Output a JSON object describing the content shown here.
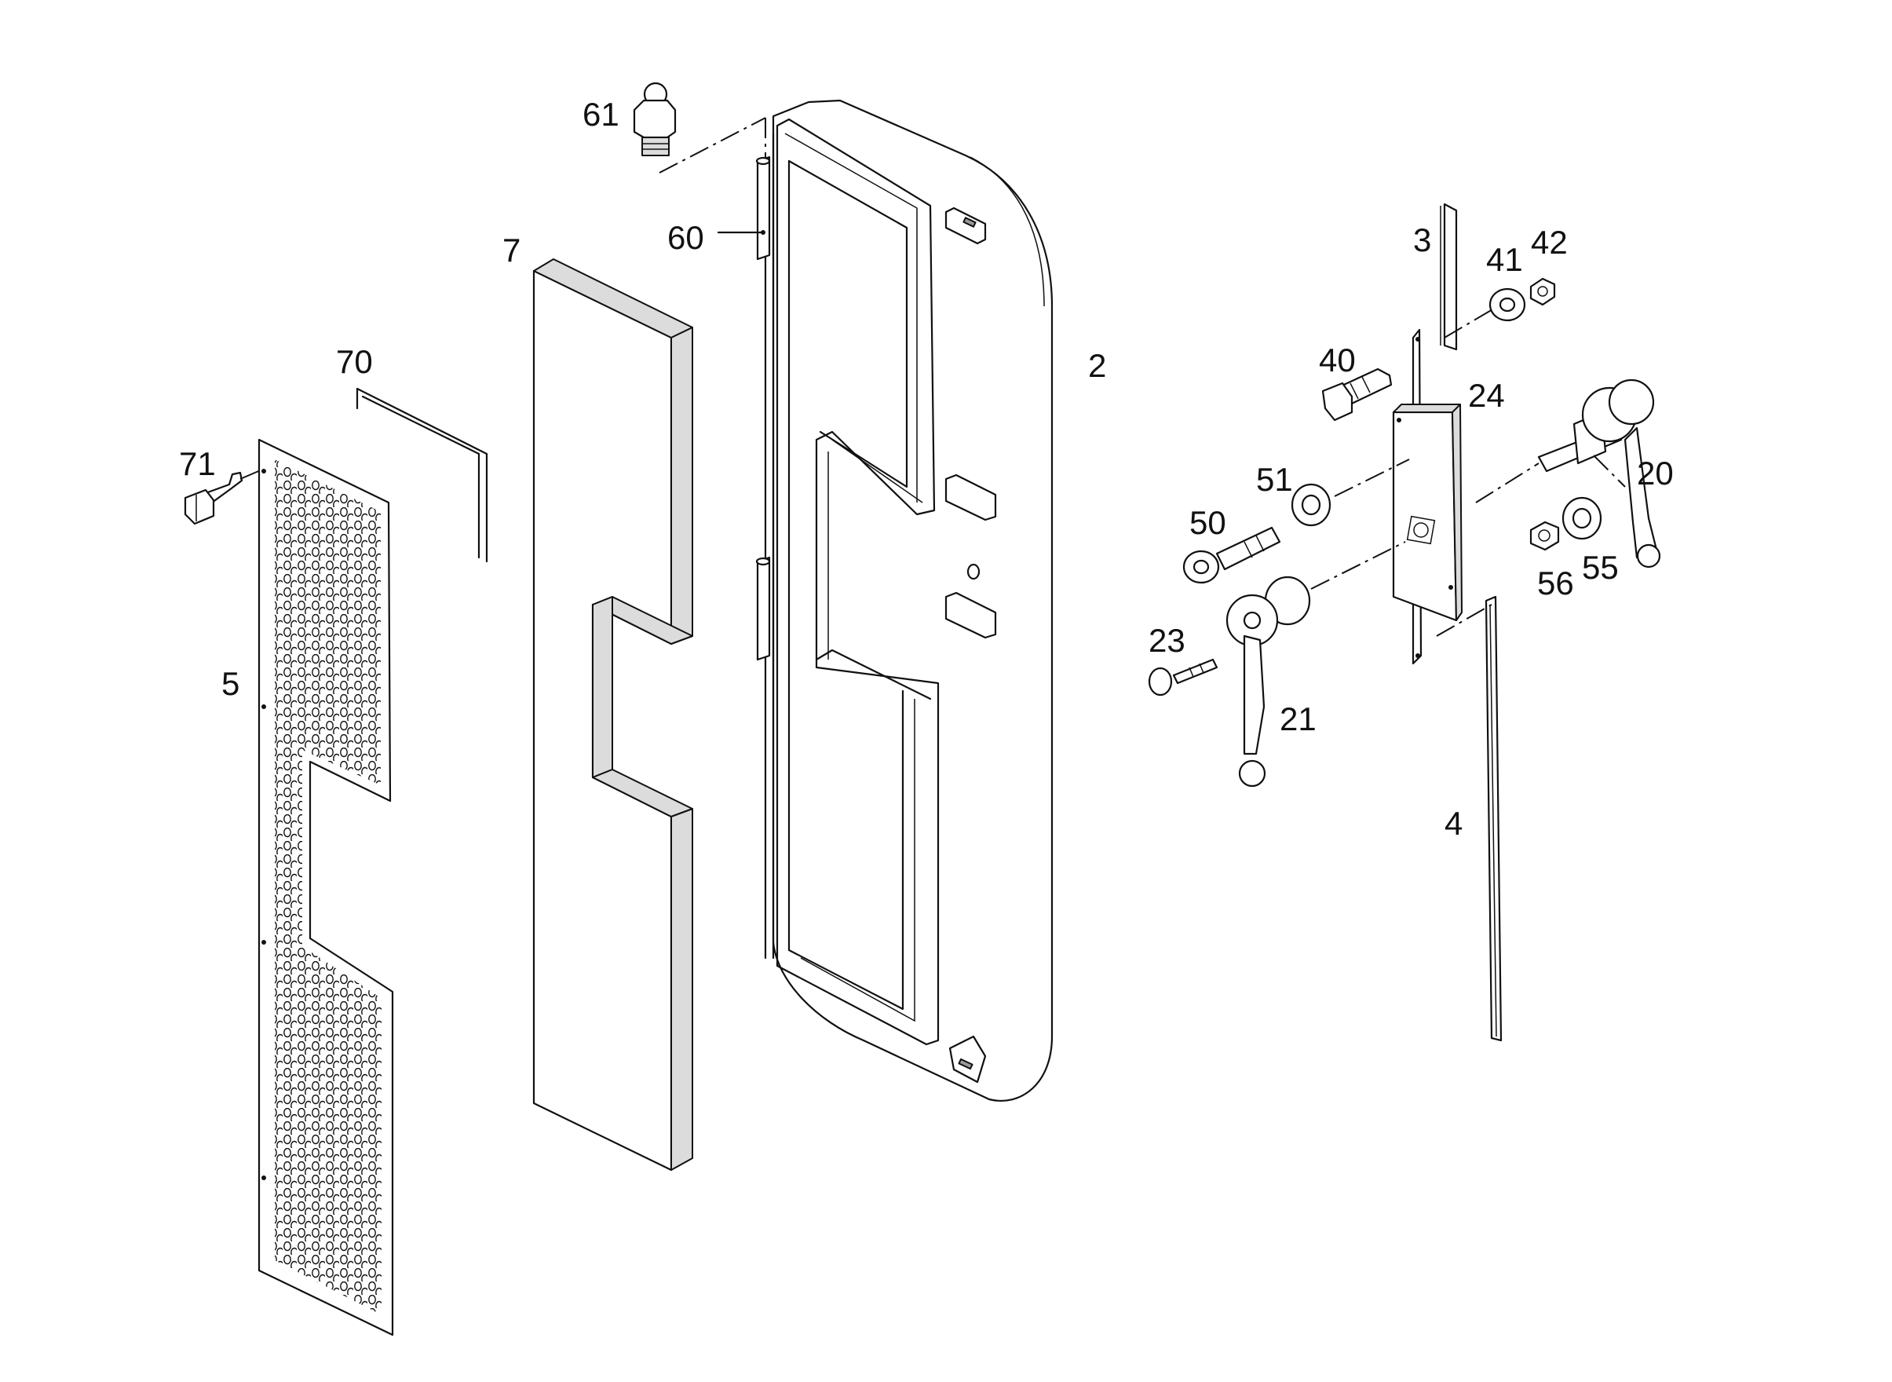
{
  "labels": {
    "p2": "2",
    "p3": "3",
    "p4": "4",
    "p5": "5",
    "p7": "7",
    "p20": "20",
    "p21": "21",
    "p23": "23",
    "p24": "24",
    "p40": "40",
    "p41": "41",
    "p42": "42",
    "p50": "50",
    "p51": "51",
    "p55": "55",
    "p56": "56",
    "p60": "60",
    "p61": "61",
    "p70": "70",
    "p71": "71"
  },
  "colors": {
    "line": "#111111",
    "panel_fill": "#ffffff",
    "shade_light": "#dcdcdc",
    "shade_dark": "#9a9a9a"
  }
}
